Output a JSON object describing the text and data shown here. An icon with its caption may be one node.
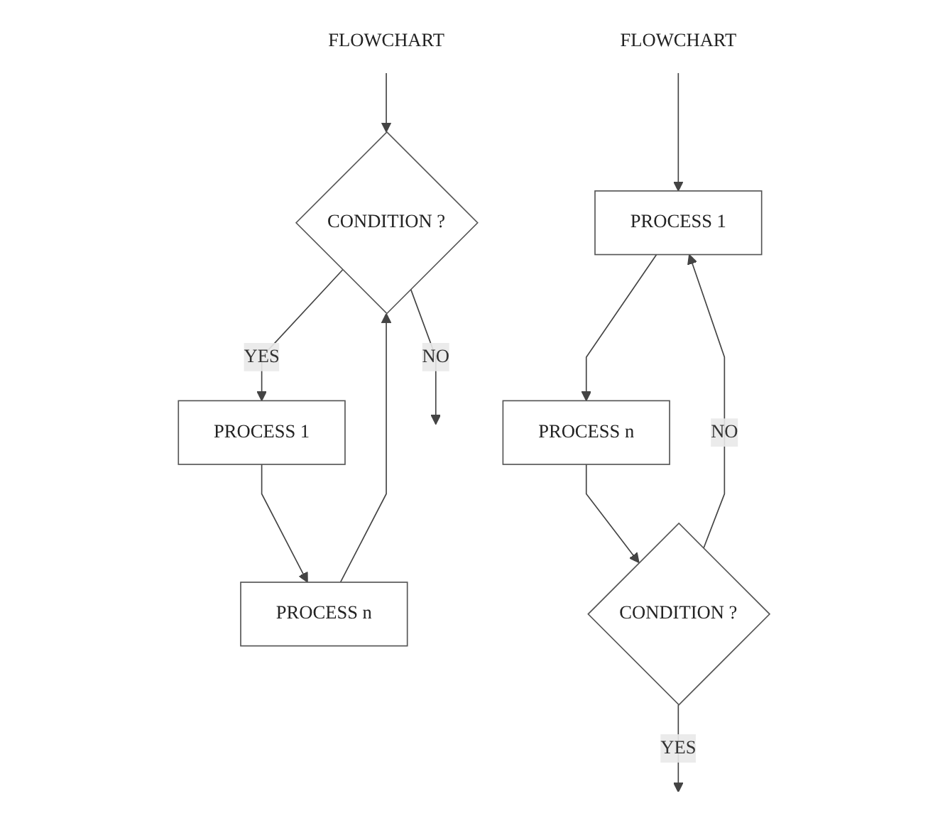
{
  "diagram": {
    "nodes": [
      {
        "text": [
          "FLOWCHART"
        ]
      },
      {
        "text": [
          "CONDITION ?"
        ]
      },
      {
        "text": [
          "PROCESS 1"
        ]
      },
      {
        "text": [
          "PROCESS n"
        ]
      },
      {
        "text": [
          "FLOWCHART"
        ]
      },
      {
        "text": [
          "PROCESS 1"
        ]
      },
      {
        "text": [
          "PROCESS n"
        ]
      },
      {
        "text": [
          "CONDITION ?"
        ]
      }
    ],
    "edges": [
      {
        "from": 0,
        "to": 1,
        "arrow": "to"
      },
      {
        "from": 1,
        "to": 2,
        "label": "YES",
        "arrow": "to"
      },
      {
        "from": 2,
        "to": 3,
        "arrow": "to"
      },
      {
        "from": 3,
        "to": 1,
        "arrow": "to"
      },
      {
        "from": 1,
        "to": null,
        "label": "NO",
        "arrow": "to"
      },
      {
        "from": 4,
        "to": 5,
        "arrow": "to"
      },
      {
        "from": 5,
        "to": 6,
        "arrow": "to"
      },
      {
        "from": 6,
        "to": 7,
        "arrow": "to"
      },
      {
        "from": 7,
        "to": 5,
        "label": "NO",
        "arrow": "to"
      },
      {
        "from": 7,
        "to": null,
        "label": "YES",
        "arrow": "to"
      }
    ]
  }
}
